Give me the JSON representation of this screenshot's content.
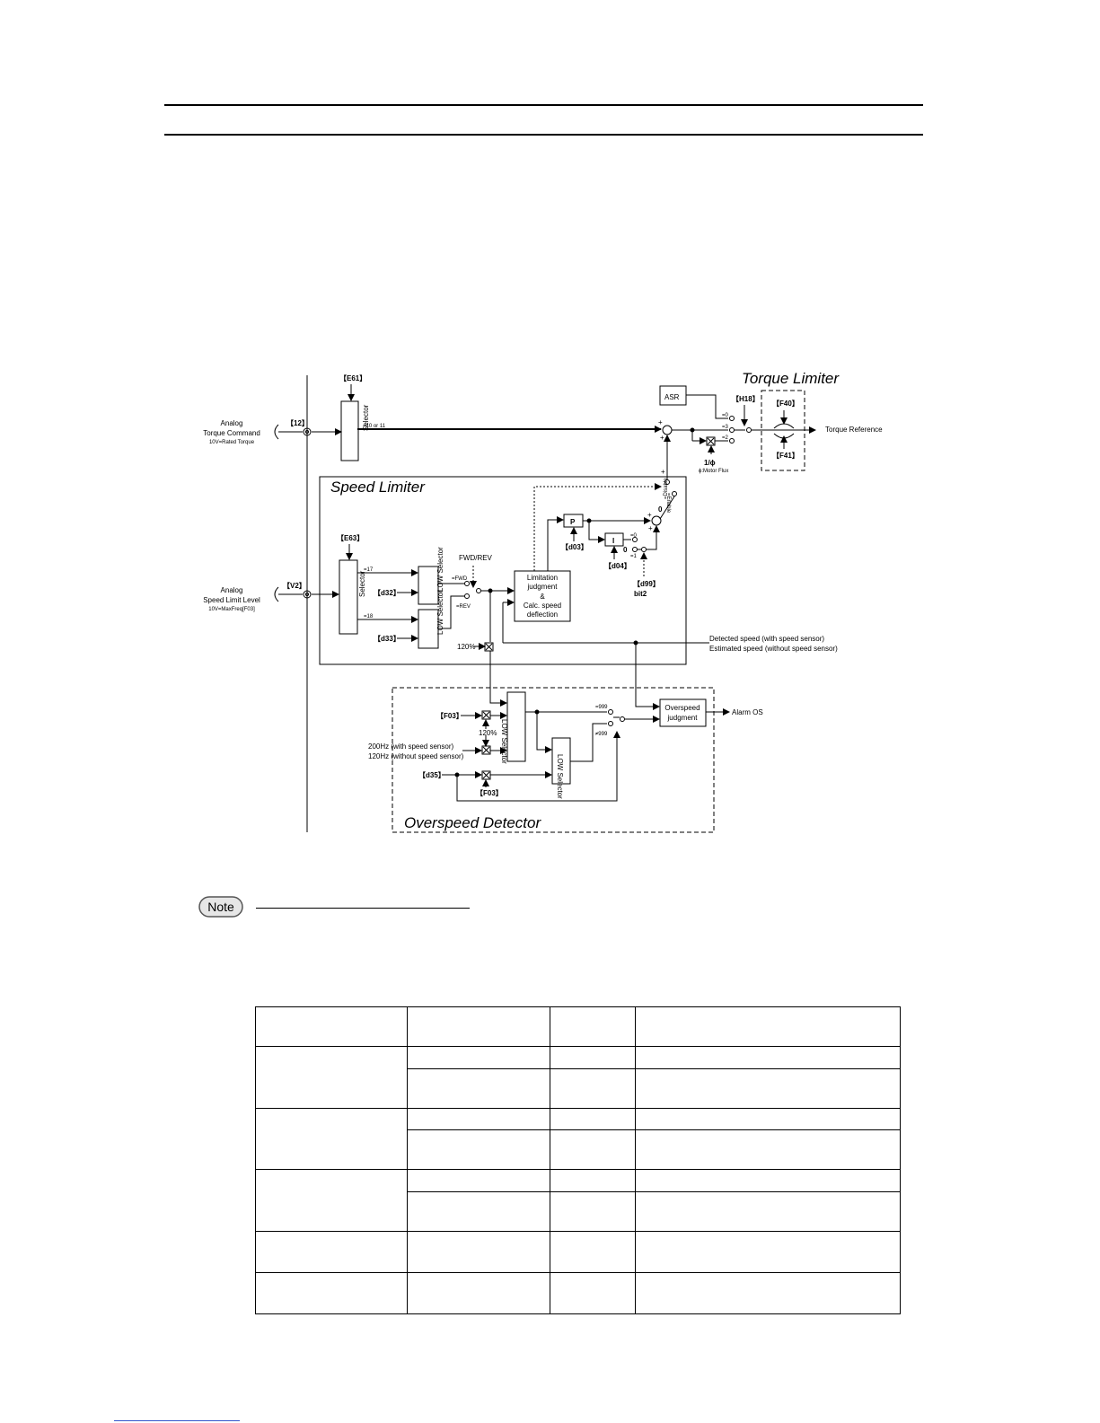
{
  "diagram": {
    "titles": {
      "torque_limiter": "Torque Limiter",
      "speed_limiter": "Speed Limiter",
      "overspeed_detector": "Overspeed Detector"
    },
    "params": {
      "e61": "【E61】",
      "i2": "【12】",
      "h18": "【H18】",
      "f40": "【F40】",
      "f41": "【F41】",
      "e63": "【E63】",
      "v2": "【V2】",
      "d32": "【d32】",
      "d33": "【d33】",
      "d03": "【d03】",
      "d04": "【d04】",
      "d99": "【d99】",
      "f03a": "【F03】",
      "d35": "【d35】",
      "f03b": "【F03】"
    },
    "labels": {
      "analog": "Analog",
      "torque_command": "Torque Command",
      "rated_torque": "10V=Rated Torque",
      "speed_limit_level": "Speed Limit Level",
      "maxfreq": "10V=MaxFreq[F03]",
      "selector": "Selector",
      "eq_10_or_11": "=10 or 11",
      "asr": "ASR",
      "eq0": "=0",
      "eq3": "=3",
      "eq2": "=2",
      "torque_reference": "Torque Reference",
      "inv_phi": "1/ϕ",
      "motor_flux": "ϕ:Motor Flux",
      "eq17": "=17",
      "eq18": "=18",
      "low_selector": "LOW Selector",
      "fwd_rev": "FWD/REV",
      "eq_fwd": "=FWD",
      "eq_rev": "=REV",
      "limitation_1": "Limitation",
      "limitation_2": "judgment",
      "limitation_3": "&",
      "limitation_4": "Calc. speed",
      "limitation_5": "deflection",
      "p": "P",
      "i": "I",
      "eq0_i": "=0",
      "eq1_i": "=1",
      "zero_a": "0",
      "zero_b": "0",
      "disable": "=Disable",
      "enable": "=Enable",
      "bit2": "bit2",
      "pct120_a": "120%",
      "pct120_b": "120%",
      "detected_speed": "Detected speed (with speed sensor)",
      "estimated_speed": "Estimated speed (without speed sensor)",
      "eq999": "=999",
      "neq999": "≠999",
      "overspeed_1": "Overspeed",
      "overspeed_2": "judgment",
      "alarm": "Alarm OS",
      "hz200": "200Hz (with speed sensor)",
      "hz120": "120Hz (without speed sensor)",
      "plus": "+"
    }
  },
  "note": {
    "label": "Note"
  }
}
